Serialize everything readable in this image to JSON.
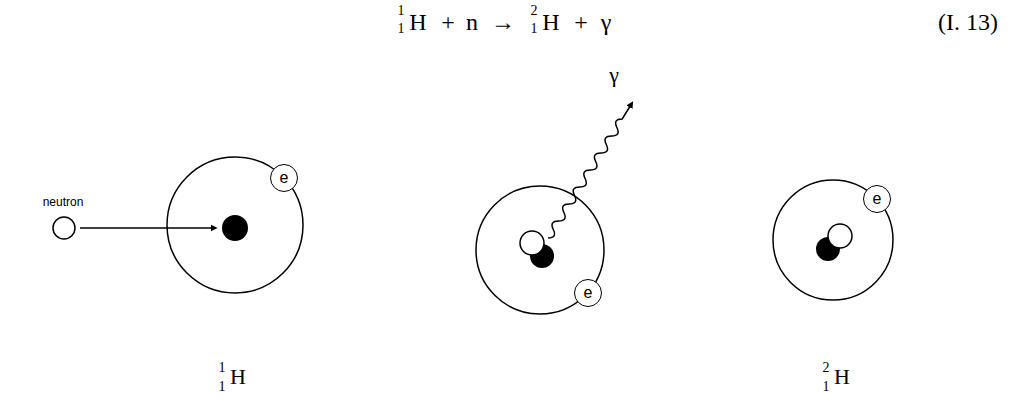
{
  "diagram": {
    "nodes": [
      {
        "text": [
          "e"
        ]
      },
      {
        "text": [
          "e"
        ]
      },
      {
        "text": [
          "e"
        ]
      }
    ],
    "labels": [
      "1",
      "1",
      "H",
      "+",
      "n",
      "→",
      "2",
      "1",
      "H",
      "+",
      "γ",
      "(I. 13)",
      "neutron",
      "γ",
      "1",
      "1",
      "H",
      "2",
      "1",
      "H"
    ]
  }
}
